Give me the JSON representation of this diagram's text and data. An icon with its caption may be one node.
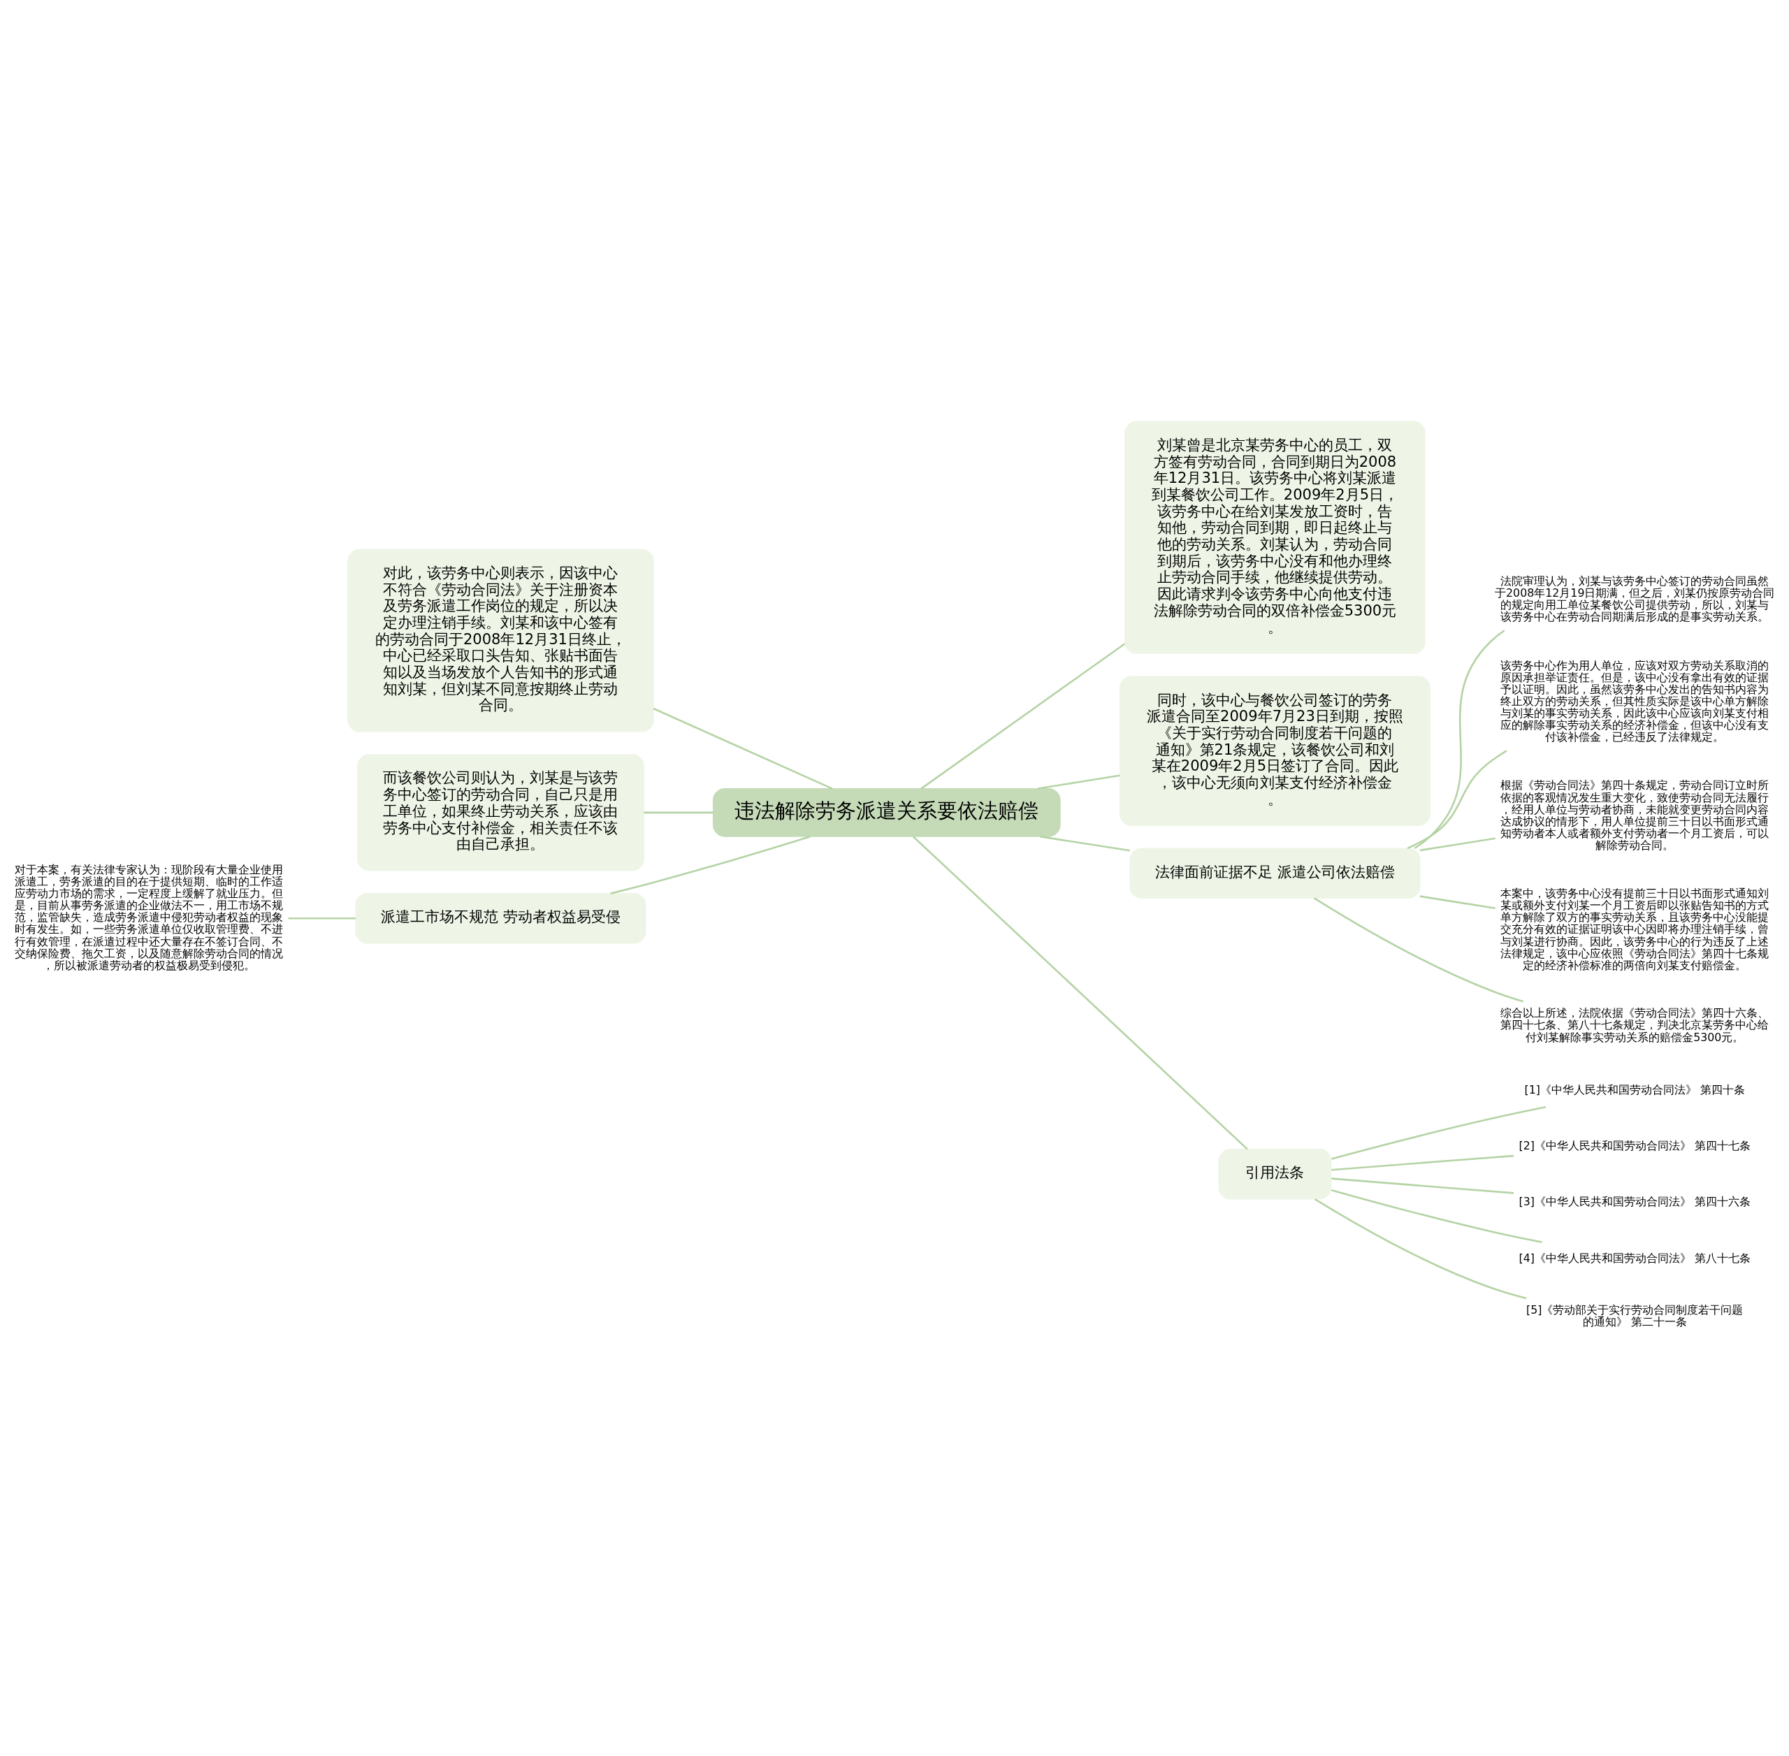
{
  "diagram": {
    "nodes": [
      {
        "text": [
          "违法解除劳务派遣关系要依法赔偿"
        ]
      },
      {
        "text": [
          "刘某曾是北京某劳务中心的员工，双方签有劳动合同，合同到期日为2008年12月31日。该劳务中心将刘某派遣到某餐饮公司工作。2009年2月5日，该劳务中心在给刘某发放工资时，告知他，劳动合同到期，即日起终止与他的劳动关系。刘某认为，劳动合同到期后，该劳务中心没有和他办理终止劳动合同手续，他继续提供劳动。因此请求判令该劳务中心向他支付违法解除劳动合同的双倍补偿金5300元。"
        ]
      },
      {
        "text": [
          "同时，该中心与餐饮公司签订的劳务派遣合同至2009年7月23日到期，按照《关于实行劳动合同制度若干问题的通知》第21条规定，该餐饮公司和刘某在2009年2月5日签订了合同。因此，该中心无须向刘某支付经济补偿金。"
        ]
      },
      {
        "text": [
          "对此，该劳务中心则表示，因该中心不符合《劳动合同法》关于注册资本及劳务派遣工作岗位的规定，所以决定办理注销手续。刘某和该中心签有的劳动合同于2008年12月31日终止，中心已经采取口头告知、张贴书面告知以及当场发放个人告知书的形式通知刘某，但刘某不同意按期终止劳动合同。"
        ]
      },
      {
        "text": [
          "而该餐饮公司则认为，刘某是与该劳务中心签订的劳动合同，自己只是用工单位，如果终止劳动关系，应该由劳务中心支付补偿金，相关责任不该由自己承担。"
        ]
      },
      {
        "text": [
          "派遣工市场不规范 劳动者权益易受侵"
        ]
      },
      {
        "text": [
          "对于本案，有关法律专家认为：现阶段有大量企业使用派遣工，劳务派遣的目的在于提供短期、临时的工作适应劳动力市场的需求，一定程度上缓解了就业压力。但是，目前从事劳务派遣的企业做法不一，用工市场不规范，监管缺失，造成劳务派遣中侵犯劳动者权益的现象时有发生。如，一些劳务派遣单位仅收取管理费、不进行有效管理，在派遣过程中还大量存在不签订合同、不交纳保险费、拖欠工资，以及随意解除劳动合同的情况，所以被派遣劳动者的权益极易受到侵犯。"
        ]
      },
      {
        "text": [
          "法律面前证据不足 派遣公司依法赔偿"
        ]
      },
      {
        "text": [
          "法院审理认为，刘某与该劳务中心签订的劳动合同虽然于2008年12月19日期满，但之后，刘某仍按原劳动合同的规定向用工单位某餐饮公司提供劳动，所以，刘某与该劳务中心在劳动合同期满后形成的是事实劳动关系。"
        ]
      },
      {
        "text": [
          "该劳务中心作为用人单位，应该对双方劳动关系取消的原因承担举证责任。但是，该中心没有拿出有效的证据予以证明。因此，虽然该劳务中心发出的告知书内容为终止双方的劳动关系，但其性质实际是该中心单方解除与刘某的事实劳动关系，因此该中心应该向刘某支付相应的解除事实劳动关系的经济补偿金，但该中心没有支付该补偿金，已经违反了法律规定。"
        ]
      },
      {
        "text": [
          "根据《劳动合同法》第四十条规定，劳动合同订立时所依据的客观情况发生重大变化，致使劳动合同无法履行，经用人单位与劳动者协商，未能就变更劳动合同内容达成协议的情形下，用人单位提前三十日以书面形式通知劳动者本人或者额外支付劳动者一个月工资后，可以解除劳动合同。"
        ]
      },
      {
        "text": [
          "本案中，该劳务中心没有提前三十日以书面形式通知刘某或额外支付刘某一个月工资后即以张贴告知书的方式单方解除了双方的事实劳动关系，且该劳务中心没能提交充分有效的证据证明该中心因即将办理注销手续，曾与刘某进行协商。因此，该劳务中心的行为违反了上述法律规定，该中心应依照《劳动合同法》第四十七条规定的经济补偿标准的两倍向刘某支付赔偿金。"
        ]
      },
      {
        "text": [
          "综合以上所述，法院依据《劳动合同法》第四十六条、第四十七条、第八十七条规定，判决北京某劳务中心给付刘某解除事实劳动关系的赔偿金5300元。"
        ]
      },
      {
        "text": [
          "引用法条"
        ]
      },
      {
        "text": [
          "[1]《中华人民共和国劳动合同法》 第四十条"
        ]
      },
      {
        "text": [
          "[2]《中华人民共和国劳动合同法》 第四十七条"
        ]
      },
      {
        "text": [
          "[3]《中华人民共和国劳动合同法》 第四十六条"
        ]
      },
      {
        "text": [
          "[4]《中华人民共和国劳动合同法》 第八十七条"
        ]
      },
      {
        "text": [
          "[5]《劳动部关于实行劳动合同制度若干问题的通知》 第二十一条"
        ]
      }
    ],
    "edges": [
      {
        "from": 0,
        "to": 1,
        "arrow": "none"
      },
      {
        "from": 0,
        "to": 2,
        "arrow": "none"
      },
      {
        "from": 0,
        "to": 3,
        "arrow": "none"
      },
      {
        "from": 0,
        "to": 4,
        "arrow": "none"
      },
      {
        "from": 0,
        "to": 5,
        "arrow": "none"
      },
      {
        "from": 5,
        "to": 6,
        "arrow": "none"
      },
      {
        "from": 0,
        "to": 7,
        "arrow": "none"
      },
      {
        "from": 7,
        "to": 8,
        "arrow": "none"
      },
      {
        "from": 7,
        "to": 9,
        "arrow": "none"
      },
      {
        "from": 7,
        "to": 10,
        "arrow": "none"
      },
      {
        "from": 7,
        "to": 11,
        "arrow": "none"
      },
      {
        "from": 7,
        "to": 12,
        "arrow": "none"
      },
      {
        "from": 0,
        "to": 13,
        "arrow": "none"
      },
      {
        "from": 13,
        "to": 14,
        "arrow": "none"
      },
      {
        "from": 13,
        "to": 15,
        "arrow": "none"
      },
      {
        "from": 13,
        "to": 16,
        "arrow": "none"
      },
      {
        "from": 13,
        "to": 17,
        "arrow": "none"
      },
      {
        "from": 13,
        "to": 18,
        "arrow": "none"
      }
    ]
  }
}
